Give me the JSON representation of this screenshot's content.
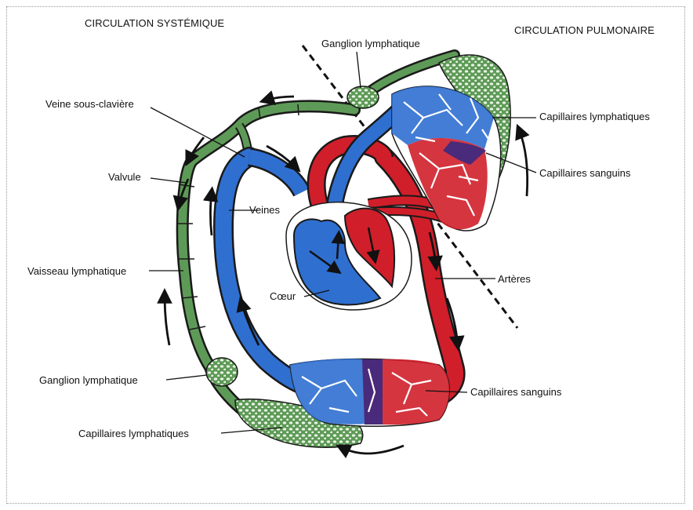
{
  "titles": {
    "left": "CIRCULATION SYSTÉMIQUE",
    "right": "CIRCULATION PULMONAIRE"
  },
  "labels": {
    "ganglion_top": "Ganglion lymphatique",
    "veine_sous_claviere": "Veine sous-clavière",
    "capillaires_lymph_right": "Capillaires lymphatiques",
    "valvule": "Valvule",
    "veines": "Veines",
    "capillaires_sanguins_right": "Capillaires sanguins",
    "vaisseau_lymphatique": "Vaisseau lymphatique",
    "coeur": "Cœur",
    "arteres": "Artères",
    "ganglion_bottom": "Ganglion lymphatique",
    "capillaires_sanguins_bottom": "Capillaires sanguins",
    "capillaires_lymph_bottom": "Capillaires lymphatiques"
  },
  "colors": {
    "venous": "#2f6fd0",
    "arterial": "#d01f2a",
    "lymph": "#5e9a57",
    "lymph_tissue": "#a8cfa2",
    "mixed": "#4a2a7a",
    "outline": "#1a1a1a"
  }
}
